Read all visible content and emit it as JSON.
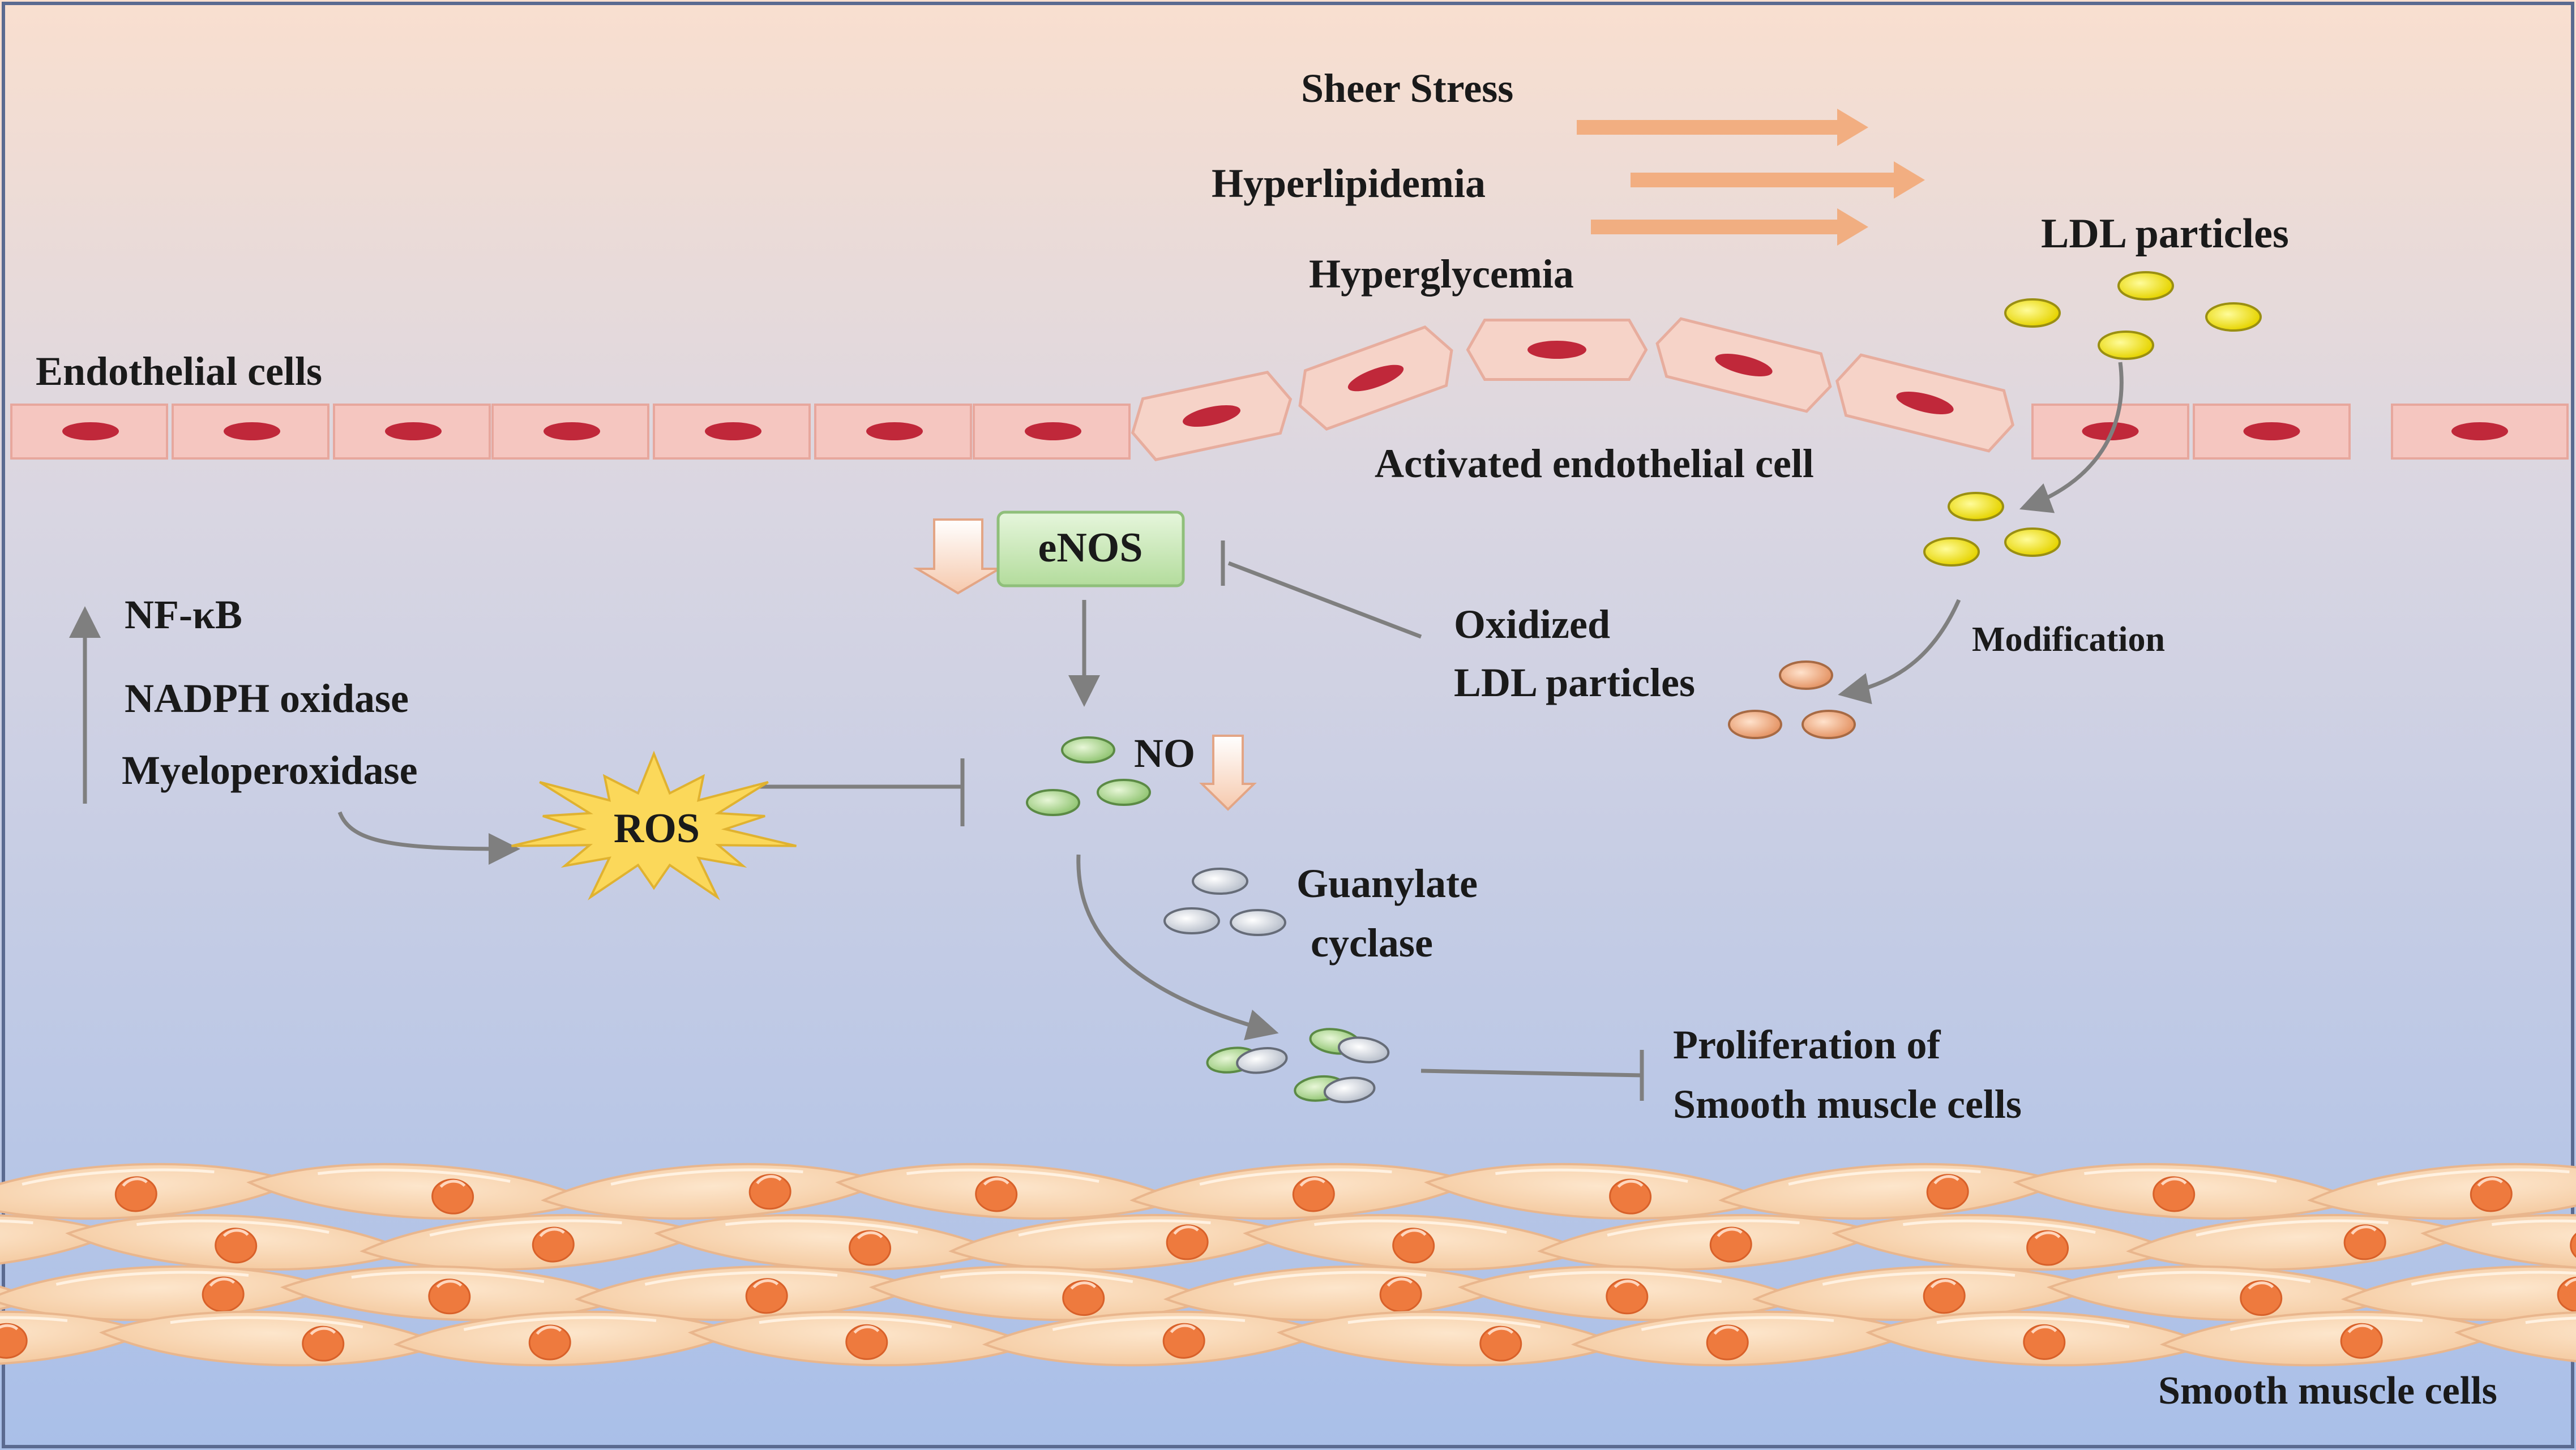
{
  "labels": {
    "sheer_stress": "Sheer Stress",
    "hyperlipidemia": "Hyperlipidemia",
    "hyperglycemia": "Hyperglycemia",
    "ldl_particles": "LDL particles",
    "endothelial_cells": "Endothelial cells",
    "activated_endothelial_cell": "Activated endothelial cell",
    "enos": "eNOS",
    "oxidized_line1": "Oxidized",
    "oxidized_line2": "LDL particles",
    "modification": "Modification",
    "nf_kb": "NF-κB",
    "nadph_oxidase": "NADPH oxidase",
    "myeloperoxidase": "Myeloperoxidase",
    "ros": "ROS",
    "no": "NO",
    "guanylate_line1": "Guanylate",
    "guanylate_line2": "cyclase",
    "proliferation_line1": "Proliferation of",
    "proliferation_line2": "Smooth muscle cells",
    "smooth_muscle_cells": "Smooth muscle cells"
  },
  "colors": {
    "background_top": "#f9dfcf",
    "background_bottom": "#a7bde6",
    "endothelial_cell": "#f5c6c0",
    "nucleus": "#c0283a",
    "ldl": "#f0e30e",
    "oxidized_ldl": "#e8a070",
    "no": "#a9d38a",
    "guanylate": "#d8dde6",
    "enos_box": "#c6e7b4",
    "ros_star": "#fbd85a",
    "ros_text": "#d0301a",
    "smooth_muscle": "#f8d7b2",
    "smooth_muscle_nucleus": "#ee7a3e",
    "arrow_orange": "#f2a878",
    "arrow_gray": "#7f7f7f"
  }
}
